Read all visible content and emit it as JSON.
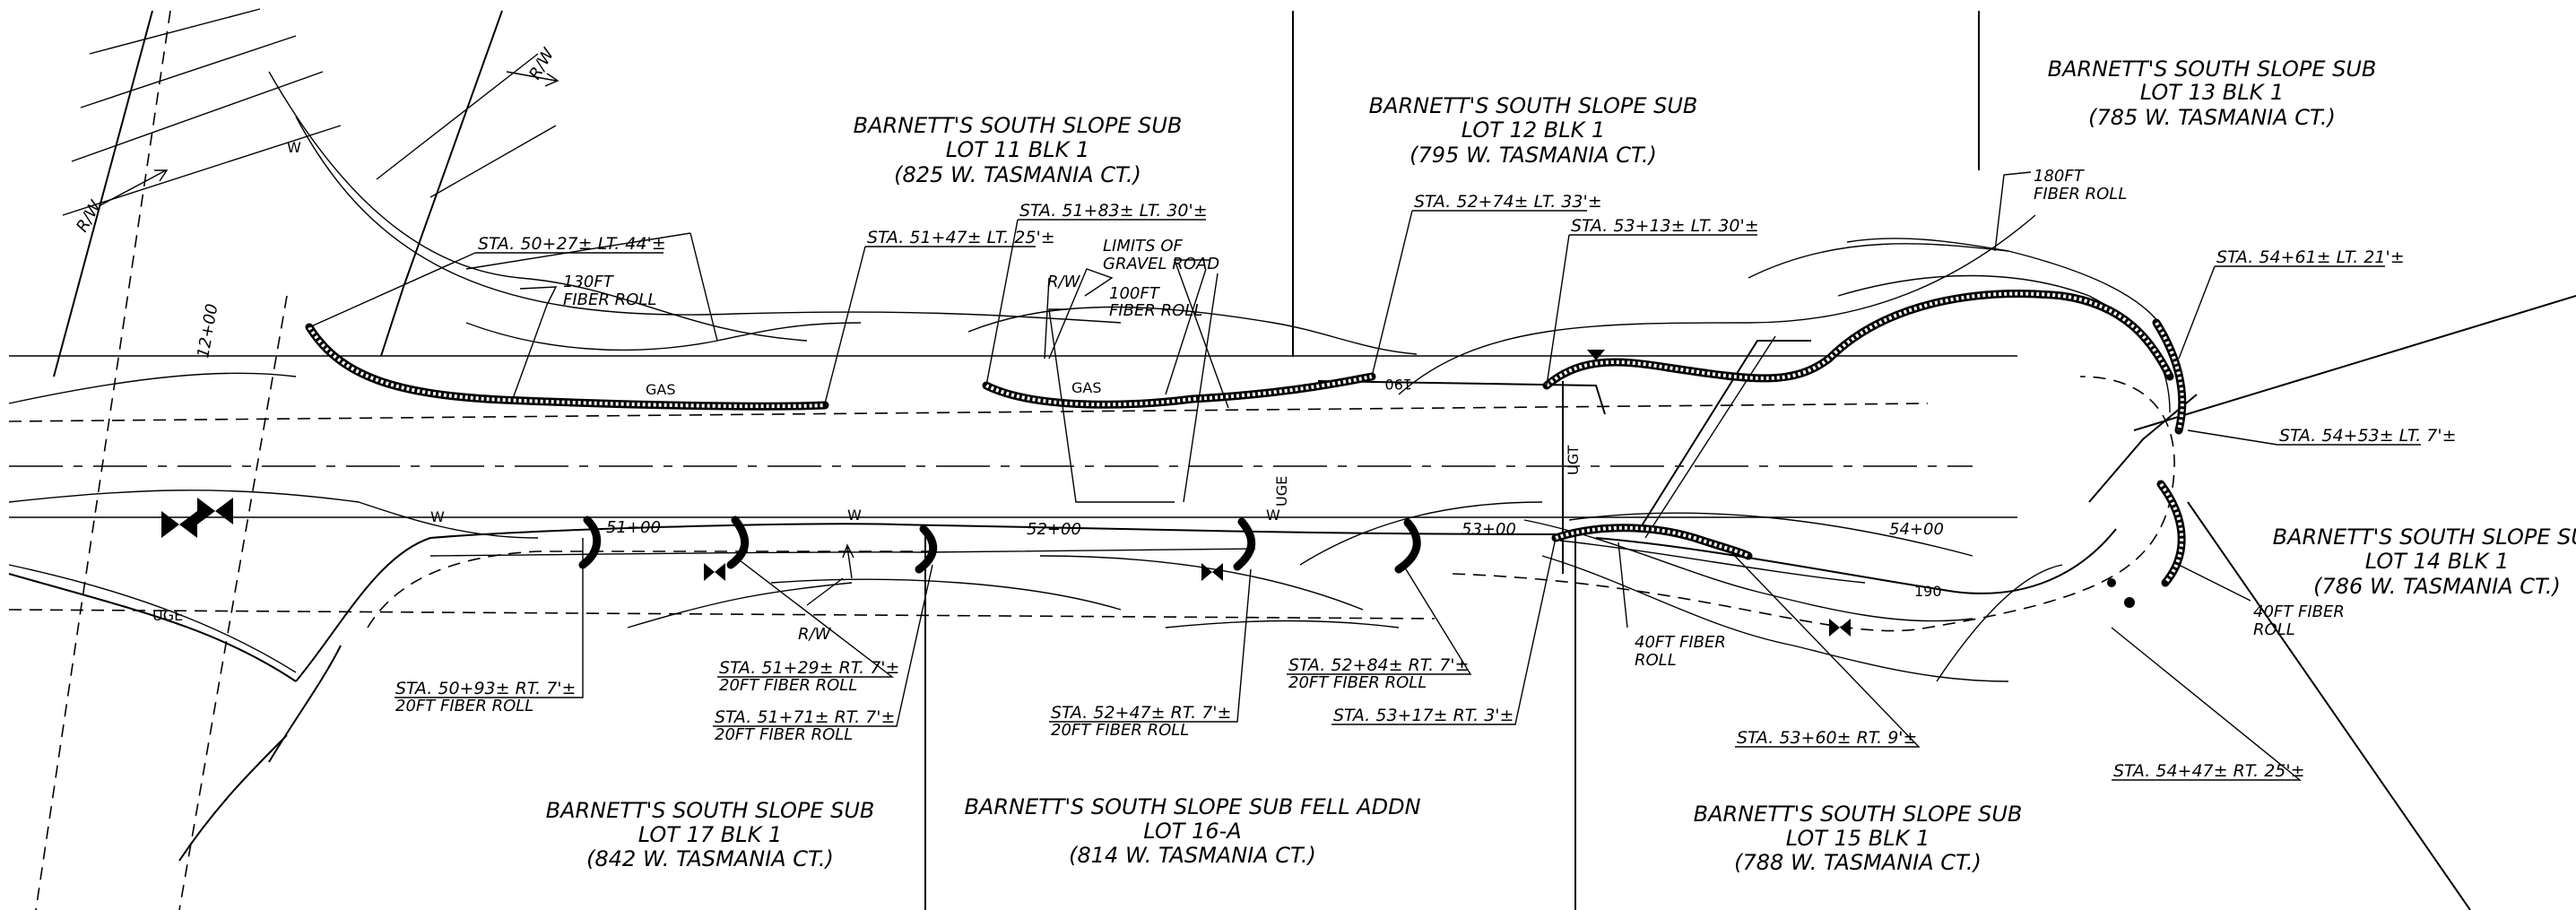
{
  "lots": {
    "lot11": {
      "line1": "BARNETT'S SOUTH SLOPE SUB",
      "line2": "LOT 11 BLK 1",
      "line3": "(825 W. TASMANIA CT.)"
    },
    "lot12": {
      "line1": "BARNETT'S SOUTH SLOPE SUB",
      "line2": "LOT 12 BLK 1",
      "line3": "(795 W. TASMANIA CT.)"
    },
    "lot13": {
      "line1": "BARNETT'S SOUTH SLOPE SUB",
      "line2": "LOT 13 BLK 1",
      "line3": "(785 W. TASMANIA CT.)"
    },
    "lot14": {
      "line1": "BARNETT'S SOUTH SLOPE SUB",
      "line2": "LOT 14 BLK 1",
      "line3": "(786 W. TASMANIA CT.)"
    },
    "lot15": {
      "line1": "BARNETT'S SOUTH SLOPE SUB",
      "line2": "LOT 15 BLK 1",
      "line3": "(788 W. TASMANIA CT.)"
    },
    "lot16a": {
      "line1": "BARNETT'S SOUTH SLOPE SUB FELL ADDN",
      "line2": "LOT 16-A",
      "line3": "(814 W. TASMANIA CT.)"
    },
    "lot17": {
      "line1": "BARNETT'S SOUTH SLOPE SUB",
      "line2": "LOT 17 BLK 1",
      "line3": "(842 W. TASMANIA CT.)"
    }
  },
  "stations": {
    "s5027": "STA. 50+27± LT. 44'±",
    "s5147": "STA. 51+47± LT. 25'±",
    "s5183": "STA. 51+83± LT. 30'±",
    "s5274": "STA. 52+74± LT. 33'±",
    "s5313": "STA. 53+13± LT. 30'±",
    "s5461": "STA. 54+61± LT. 21'±",
    "s5453": "STA. 54+53± LT. 7'±",
    "s5093": "STA. 50+93± RT. 7'±",
    "s5129": "STA. 51+29± RT. 7'±",
    "s5171": "STA. 51+71± RT. 7'±",
    "s5247": "STA. 52+47± RT. 7'±",
    "s5284": "STA. 52+84± RT. 7'±",
    "s5317": "STA. 53+17± RT. 3'±",
    "s5360": "STA. 53+60± RT. 9'±",
    "s5447": "STA. 54+47± RT. 25'±"
  },
  "rolls": {
    "r130a": "130FT",
    "r130b": "FIBER ROLL",
    "r100a": "100FT",
    "r100b": "FIBER ROLL",
    "r180a": "180FT",
    "r180b": "FIBER ROLL",
    "r40a": "40FT FIBER",
    "r40b": "ROLL",
    "r40c": "40FT FIBER",
    "r40d": "ROLL",
    "r20": "20FT FIBER ROLL"
  },
  "notes": {
    "limits1": "LIMITS OF",
    "limits2": "GRAVEL ROAD",
    "rw": "R/W"
  },
  "stationing": {
    "s5100": "51+00",
    "s5200": "52+00",
    "s5300": "53+00",
    "s5400": "54+00",
    "s1200": "12+00"
  },
  "utilities": {
    "ugt": "UGT",
    "ugt_rev": "190",
    "uge": "UGE",
    "gas": "GAS",
    "water": "W"
  }
}
